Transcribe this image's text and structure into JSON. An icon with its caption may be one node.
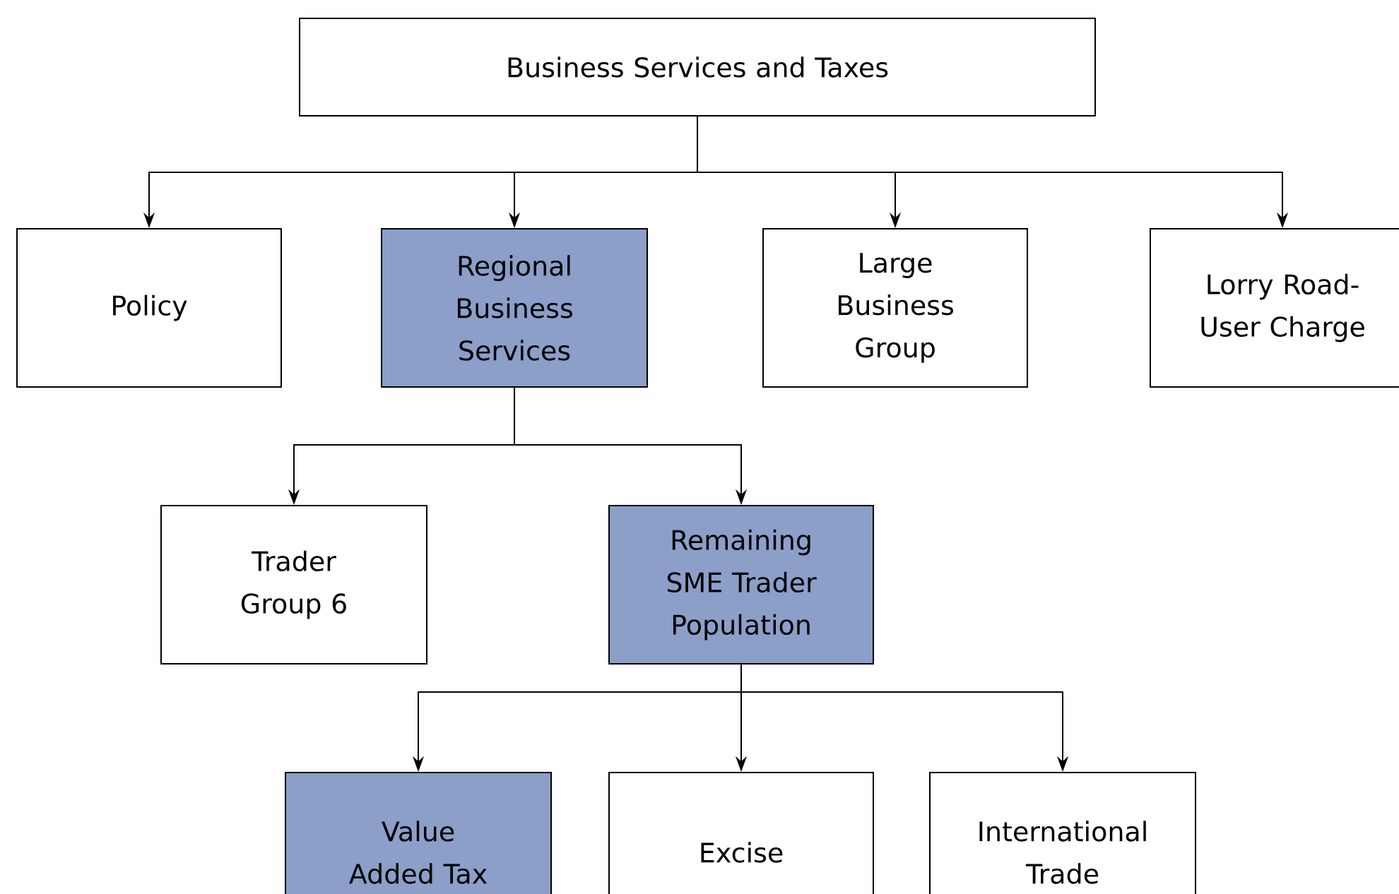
{
  "diagram": {
    "nodes": [
      {
        "text": [
          "Business Services and Taxes"
        ]
      },
      {
        "text": [
          "Policy"
        ]
      },
      {
        "text": [
          "Regional Business Services"
        ]
      },
      {
        "text": [
          "Large Business Group"
        ]
      },
      {
        "text": [
          "Lorry Road-User Charge"
        ]
      },
      {
        "text": [
          "Trader Group 6"
        ]
      },
      {
        "text": [
          "Remaining SME Trader Population"
        ]
      },
      {
        "text": [
          "Value Added Tax"
        ]
      },
      {
        "text": [
          "Excise"
        ]
      },
      {
        "text": [
          "International Trade"
        ]
      }
    ],
    "edges": [
      {
        "from": 0,
        "to": 1,
        "arrow": "to"
      },
      {
        "from": 0,
        "to": 2,
        "arrow": "to"
      },
      {
        "from": 0,
        "to": 3,
        "arrow": "to"
      },
      {
        "from": 0,
        "to": 4,
        "arrow": "to"
      },
      {
        "from": 2,
        "to": 5,
        "arrow": "to"
      },
      {
        "from": 2,
        "to": 6,
        "arrow": "to"
      },
      {
        "from": 6,
        "to": 7,
        "arrow": "to"
      },
      {
        "from": 6,
        "to": 8,
        "arrow": "to"
      },
      {
        "from": 6,
        "to": 9,
        "arrow": "to"
      }
    ]
  }
}
